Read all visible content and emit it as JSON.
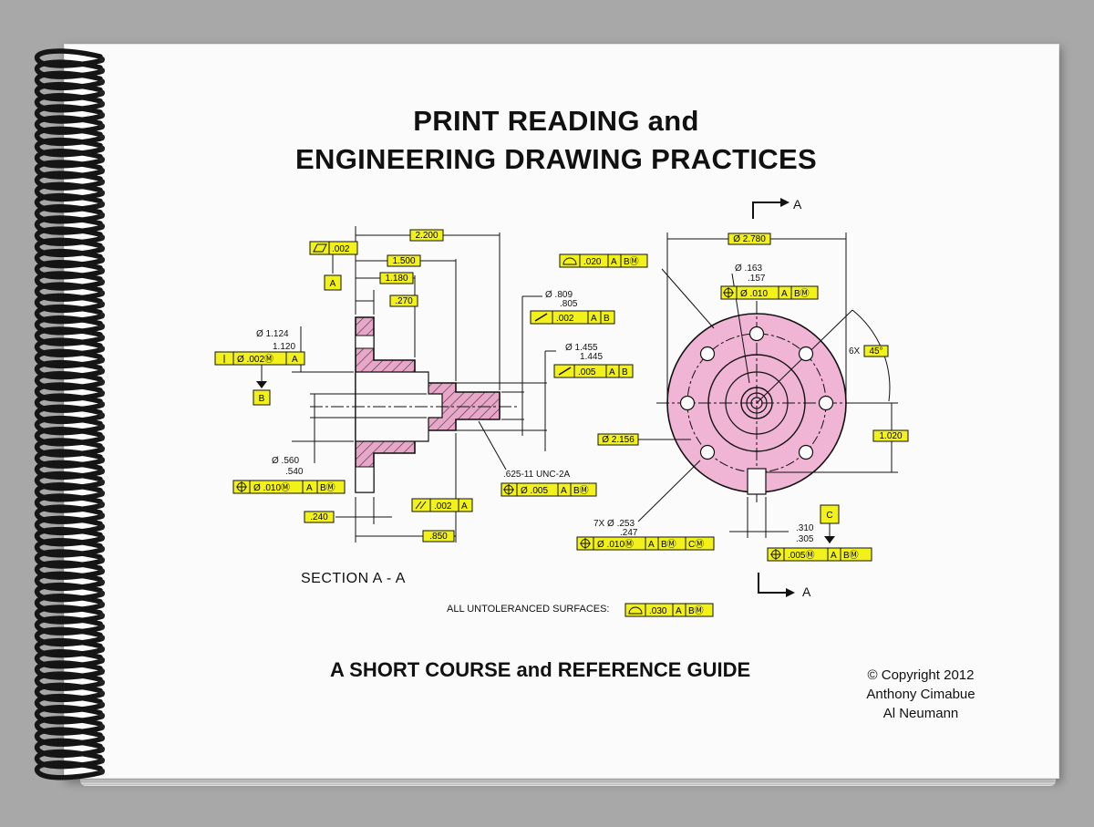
{
  "cover": {
    "title_line1": "PRINT READING and",
    "title_line2": "ENGINEERING DRAWING PRACTICES",
    "subtitle": "A SHORT COURSE and REFERENCE GUIDE",
    "copyright": "© Copyright  2012",
    "author1": "Anthony Cimabue",
    "author2": "Al Neumann"
  },
  "drawing": {
    "section_label": "SECTION  A - A",
    "section_marker": "A",
    "untoleranced_note": "ALL UNTOLERANCED SURFACES:",
    "dims": {
      "d2200": "2.200",
      "d1500": "1.500",
      "d1180": "1.180",
      "d270": ".270",
      "d002": ".002",
      "d240": ".240",
      "d850": ".850",
      "d2780": "Ø 2.780",
      "d2156": "Ø 2.156",
      "d1020": "1.020",
      "dia1124": "Ø 1.124",
      "dia1120": "1.120",
      "dia809": "Ø .809",
      "dia805": ".805",
      "dia1455": "Ø 1.455",
      "dia1445": "1.445",
      "dia560": "Ø .560",
      "dia540": ".540",
      "dia163": "Ø .163",
      "dia157": ".157",
      "hole253": "7X Ø .253",
      "hole247": ".247",
      "slot310": ".310",
      "slot305": ".305",
      "thread": ".625-11 UNC-2A",
      "angle_count": "6X",
      "angle": "45°"
    },
    "datums": {
      "a": "A",
      "b": "B",
      "c": "C"
    },
    "frames": {
      "flat": ".002",
      "perp_a": [
        "Ø .002Ⓜ",
        "A"
      ],
      "runout_809": [
        ".002",
        "A",
        "B"
      ],
      "runout_1455": [
        ".005",
        "A",
        "B"
      ],
      "pos_010": [
        "Ø .010Ⓜ",
        "A",
        "BⓂ"
      ],
      "parallel": [
        ".002",
        "A"
      ],
      "pos_thread": [
        "Ø .005",
        "A",
        "BⓂ"
      ],
      "profile_020": [
        ".020",
        "A",
        "BⓂ"
      ],
      "pos_163": [
        "Ø .010",
        "A",
        "BⓂ"
      ],
      "pos_holes": [
        "Ø .010Ⓜ",
        "A",
        "BⓂ",
        "CⓂ"
      ],
      "pos_slot": [
        ".005Ⓜ",
        "A",
        "BⓂ"
      ],
      "profile_030": [
        ".030",
        "A",
        "BⓂ"
      ]
    }
  },
  "colors": {
    "highlight": "#f2f21a",
    "section_fill": "#e8a6c8",
    "ink": "#111111",
    "binding": "#151515"
  }
}
